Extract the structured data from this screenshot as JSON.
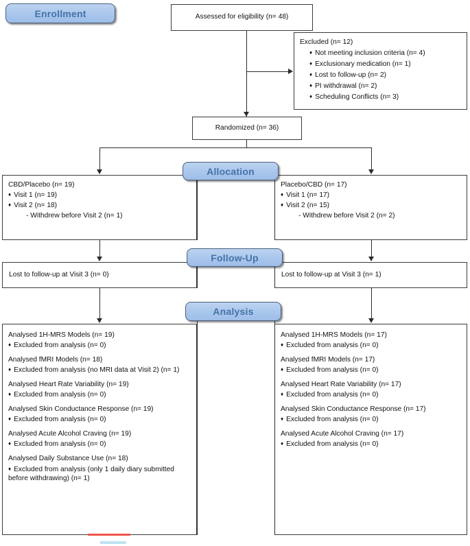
{
  "banners": {
    "enrollment": "Enrollment",
    "allocation": "Allocation",
    "followup": "Follow-Up",
    "analysis": "Analysis"
  },
  "colors": {
    "banner_fill": "#a9c6ec",
    "banner_text": "#4472a8",
    "banner_border": "#4b5f7a",
    "box_border": "#3a3a3a",
    "connector": "#2b2b2b",
    "accent_red": "#f0564a",
    "accent_blue": "#bfe2f2"
  },
  "enrollment": {
    "assessed": "Assessed for eligibility (n= 48)",
    "excluded": {
      "lead": "Excluded (n= 12)",
      "items": [
        "Not meeting inclusion criteria (n=  4)",
        "Exclusionary medication (n=  1)",
        "Lost to follow-up (n= 2)",
        "PI withdrawal (n= 2)",
        "Scheduling Conflicts (n= 3)"
      ]
    },
    "randomized": "Randomized (n= 36)"
  },
  "allocation": {
    "left": {
      "lead": "CBD/Placebo (n= 19)",
      "bullets": [
        "Visit 1 (n= 19)",
        "Visit 2 (n= 18)"
      ],
      "sub": "- Withdrew before Visit 2 (n= 1)"
    },
    "right": {
      "lead": "Placebo/CBD (n= 17)",
      "bullets": [
        "Visit 1 (n= 17)",
        "Visit 2 (n= 15)"
      ],
      "sub": "- Withdrew before Visit 2 (n= 2)"
    }
  },
  "followup": {
    "left": "Lost to follow-up at Visit 3 (n= 0)",
    "right": "Lost to follow-up at Visit 3 (n= 1)"
  },
  "analysis": {
    "left_groups": [
      {
        "lead": "Analysed 1H-MRS Models (n= 19)",
        "bullet": "Excluded from analysis (n= 0)"
      },
      {
        "lead": "Analysed fMRI Models (n= 18)",
        "bullet": "Excluded from analysis (no MRI data at Visit 2) (n= 1)"
      },
      {
        "lead": "Analysed Heart Rate Variability (n= 19)",
        "bullet": "Excluded from analysis (n= 0)"
      },
      {
        "lead": "Analysed Skin Conductance Response (n= 19)",
        "bullet": "Excluded from analysis (n= 0)"
      },
      {
        "lead": "Analysed Acute Alcohol Craving (n= 19)",
        "bullet": "Excluded from analysis (n= 0)"
      },
      {
        "lead": "Analysed Daily Substance Use (n= 18)",
        "bullet": "Excluded from analysis (only 1 daily diary submitted before withdrawing) (n= 1)"
      }
    ],
    "right_groups": [
      {
        "lead": "Analysed 1H-MRS Models (n= 17)",
        "bullet": "Excluded from analysis (n= 0)"
      },
      {
        "lead": "Analysed fMRI Models (n= 17)",
        "bullet": "Excluded from analysis (n= 0)"
      },
      {
        "lead": "Analysed Heart Rate Variability (n= 17)",
        "bullet": "Excluded from analysis (n= 0)"
      },
      {
        "lead": "Analysed Skin Conductance Response (n= 17)",
        "bullet": "Excluded from analysis (n= 0)"
      },
      {
        "lead": "Analysed Acute Alcohol Craving (n= 17)",
        "bullet": "Excluded from analysis (n= 0)"
      }
    ]
  }
}
